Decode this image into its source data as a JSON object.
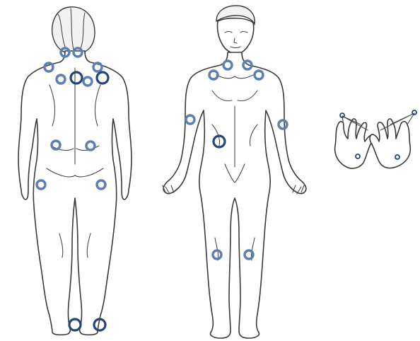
{
  "colors": {
    "marker": "#5b7fb0",
    "marker_dark": "#23457a",
    "outline": "#3a3a3a",
    "background": "#ffffff"
  },
  "figures": [
    {
      "name": "back-view",
      "markers": 14,
      "large_markers": 4
    },
    {
      "name": "front-view",
      "markers": 9,
      "large_markers": 1
    },
    {
      "name": "hands-view",
      "markers": 4,
      "large_markers": 0
    }
  ],
  "points": [
    {
      "name": "occiput-left",
      "view": "back",
      "size": "small"
    },
    {
      "name": "occiput-right",
      "view": "back",
      "size": "small"
    },
    {
      "name": "trapezius-left",
      "view": "back",
      "size": "small"
    },
    {
      "name": "trapezius-right",
      "view": "back",
      "size": "small"
    },
    {
      "name": "supraspinatus-left",
      "view": "back",
      "size": "small"
    },
    {
      "name": "supraspinatus-left-large",
      "view": "back",
      "size": "large"
    },
    {
      "name": "supraspinatus-right",
      "view": "back",
      "size": "small"
    },
    {
      "name": "supraspinatus-right-large",
      "view": "back",
      "size": "large"
    },
    {
      "name": "low-back-left",
      "view": "back",
      "size": "small"
    },
    {
      "name": "low-back-right",
      "view": "back",
      "size": "small"
    },
    {
      "name": "greater-trochanter-left",
      "view": "back",
      "size": "small"
    },
    {
      "name": "greater-trochanter-right",
      "view": "back",
      "size": "small"
    },
    {
      "name": "achilles-left",
      "view": "back",
      "size": "large"
    },
    {
      "name": "achilles-right",
      "view": "back",
      "size": "large"
    },
    {
      "name": "neck-left",
      "view": "front",
      "size": "small"
    },
    {
      "name": "neck-right",
      "view": "front",
      "size": "small"
    },
    {
      "name": "shoulder-left",
      "view": "front",
      "size": "small"
    },
    {
      "name": "shoulder-right",
      "view": "front",
      "size": "small"
    },
    {
      "name": "elbow-left",
      "view": "front",
      "size": "small"
    },
    {
      "name": "elbow-right",
      "view": "front",
      "size": "small"
    },
    {
      "name": "abdomen",
      "view": "front",
      "size": "large"
    },
    {
      "name": "knee-left",
      "view": "front",
      "size": "small"
    },
    {
      "name": "knee-right",
      "view": "front",
      "size": "small"
    },
    {
      "name": "thumb-left",
      "view": "hands",
      "size": "tiny"
    },
    {
      "name": "palm-left",
      "view": "hands",
      "size": "tiny"
    },
    {
      "name": "thumb-right",
      "view": "hands",
      "size": "tiny"
    },
    {
      "name": "palm-right",
      "view": "hands",
      "size": "tiny"
    }
  ]
}
